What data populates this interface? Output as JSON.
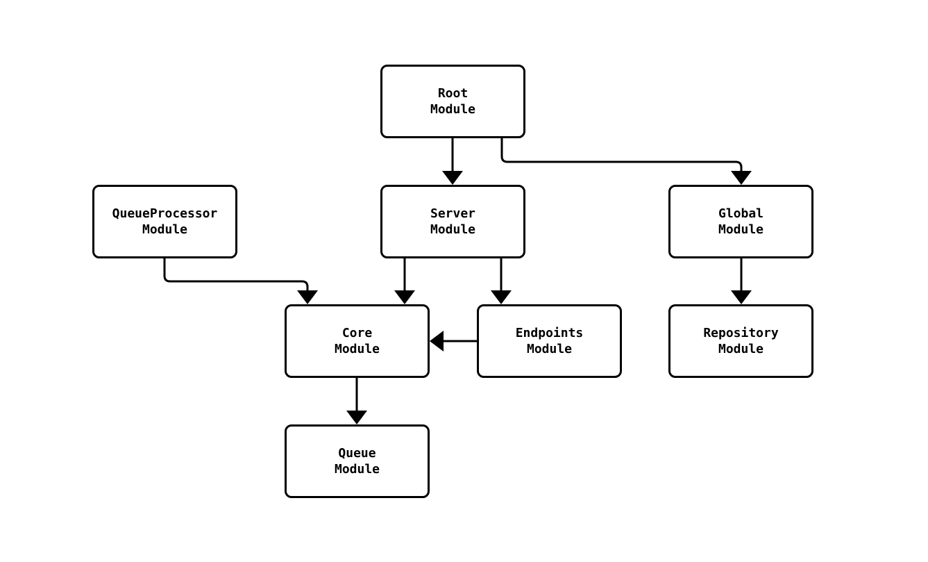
{
  "diagram": {
    "type": "module-dependency-flowchart",
    "background": "#ffffff",
    "colors": {
      "node_fill": "#ffffff",
      "node_border": "#000000",
      "edge": "#000000",
      "text": "#000000"
    },
    "nodes": [
      {
        "id": "root",
        "line1": "Root",
        "line2": "Module"
      },
      {
        "id": "queueprocessor",
        "line1": "QueueProcessor",
        "line2": "Module"
      },
      {
        "id": "server",
        "line1": "Server",
        "line2": "Module"
      },
      {
        "id": "global",
        "line1": "Global",
        "line2": "Module"
      },
      {
        "id": "core",
        "line1": "Core",
        "line2": "Module"
      },
      {
        "id": "endpoints",
        "line1": "Endpoints",
        "line2": "Module"
      },
      {
        "id": "repository",
        "line1": "Repository",
        "line2": "Module"
      },
      {
        "id": "queue",
        "line1": "Queue",
        "line2": "Module"
      }
    ],
    "edges": [
      {
        "from": "root",
        "to": "server"
      },
      {
        "from": "root",
        "to": "global"
      },
      {
        "from": "queueprocessor",
        "to": "core"
      },
      {
        "from": "server",
        "to": "core"
      },
      {
        "from": "server",
        "to": "endpoints"
      },
      {
        "from": "global",
        "to": "repository"
      },
      {
        "from": "endpoints",
        "to": "core"
      },
      {
        "from": "core",
        "to": "queue"
      }
    ]
  }
}
